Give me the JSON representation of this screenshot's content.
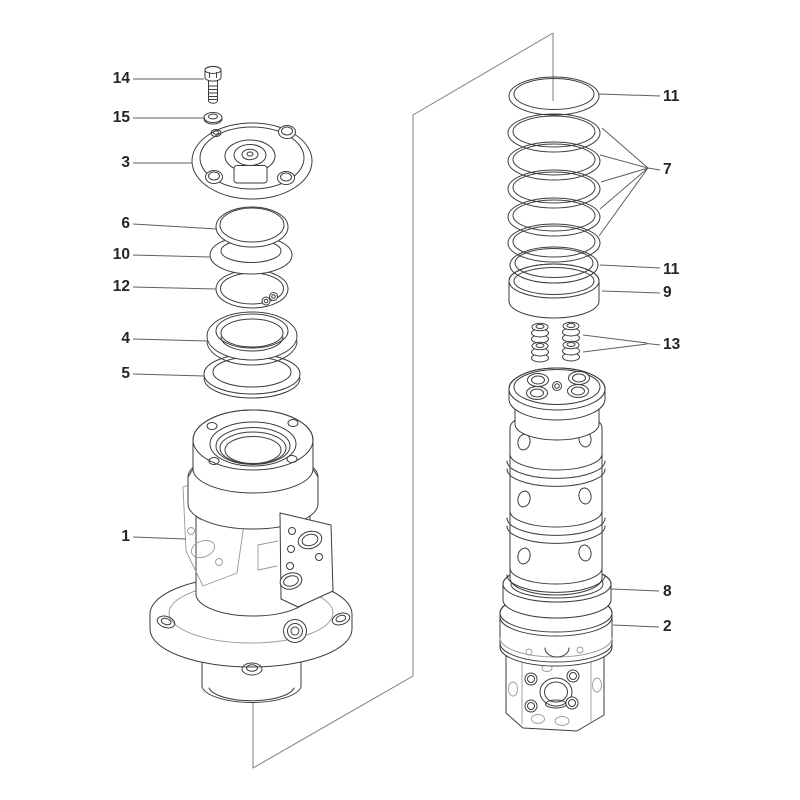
{
  "diagram": {
    "background_color": "#ffffff",
    "line_color": "#3d3d3d",
    "light_line_color": "#989898",
    "label_color": "#252525",
    "callouts": {
      "left": [
        {
          "num": "14",
          "part": "hex-bolt"
        },
        {
          "num": "15",
          "part": "washer"
        },
        {
          "num": "3",
          "part": "top-cover"
        },
        {
          "num": "6",
          "part": "retaining-ring"
        },
        {
          "num": "10",
          "part": "seal-ring"
        },
        {
          "num": "12",
          "part": "snap-ring"
        },
        {
          "num": "4",
          "part": "bearing-ring"
        },
        {
          "num": "5",
          "part": "flat-ring"
        },
        {
          "num": "1",
          "part": "main-housing"
        }
      ],
      "right": [
        {
          "num": "11",
          "part": "spring-seat-ring-upper"
        },
        {
          "num": "7",
          "part": "spring-coil-stack"
        },
        {
          "num": "11",
          "part": "spring-seat-ring-lower"
        },
        {
          "num": "9",
          "part": "cylinder-band"
        },
        {
          "num": "13",
          "part": "small-spring-set"
        },
        {
          "num": "8",
          "part": "valve-spool-stack"
        },
        {
          "num": "2",
          "part": "valve-block"
        }
      ]
    }
  }
}
